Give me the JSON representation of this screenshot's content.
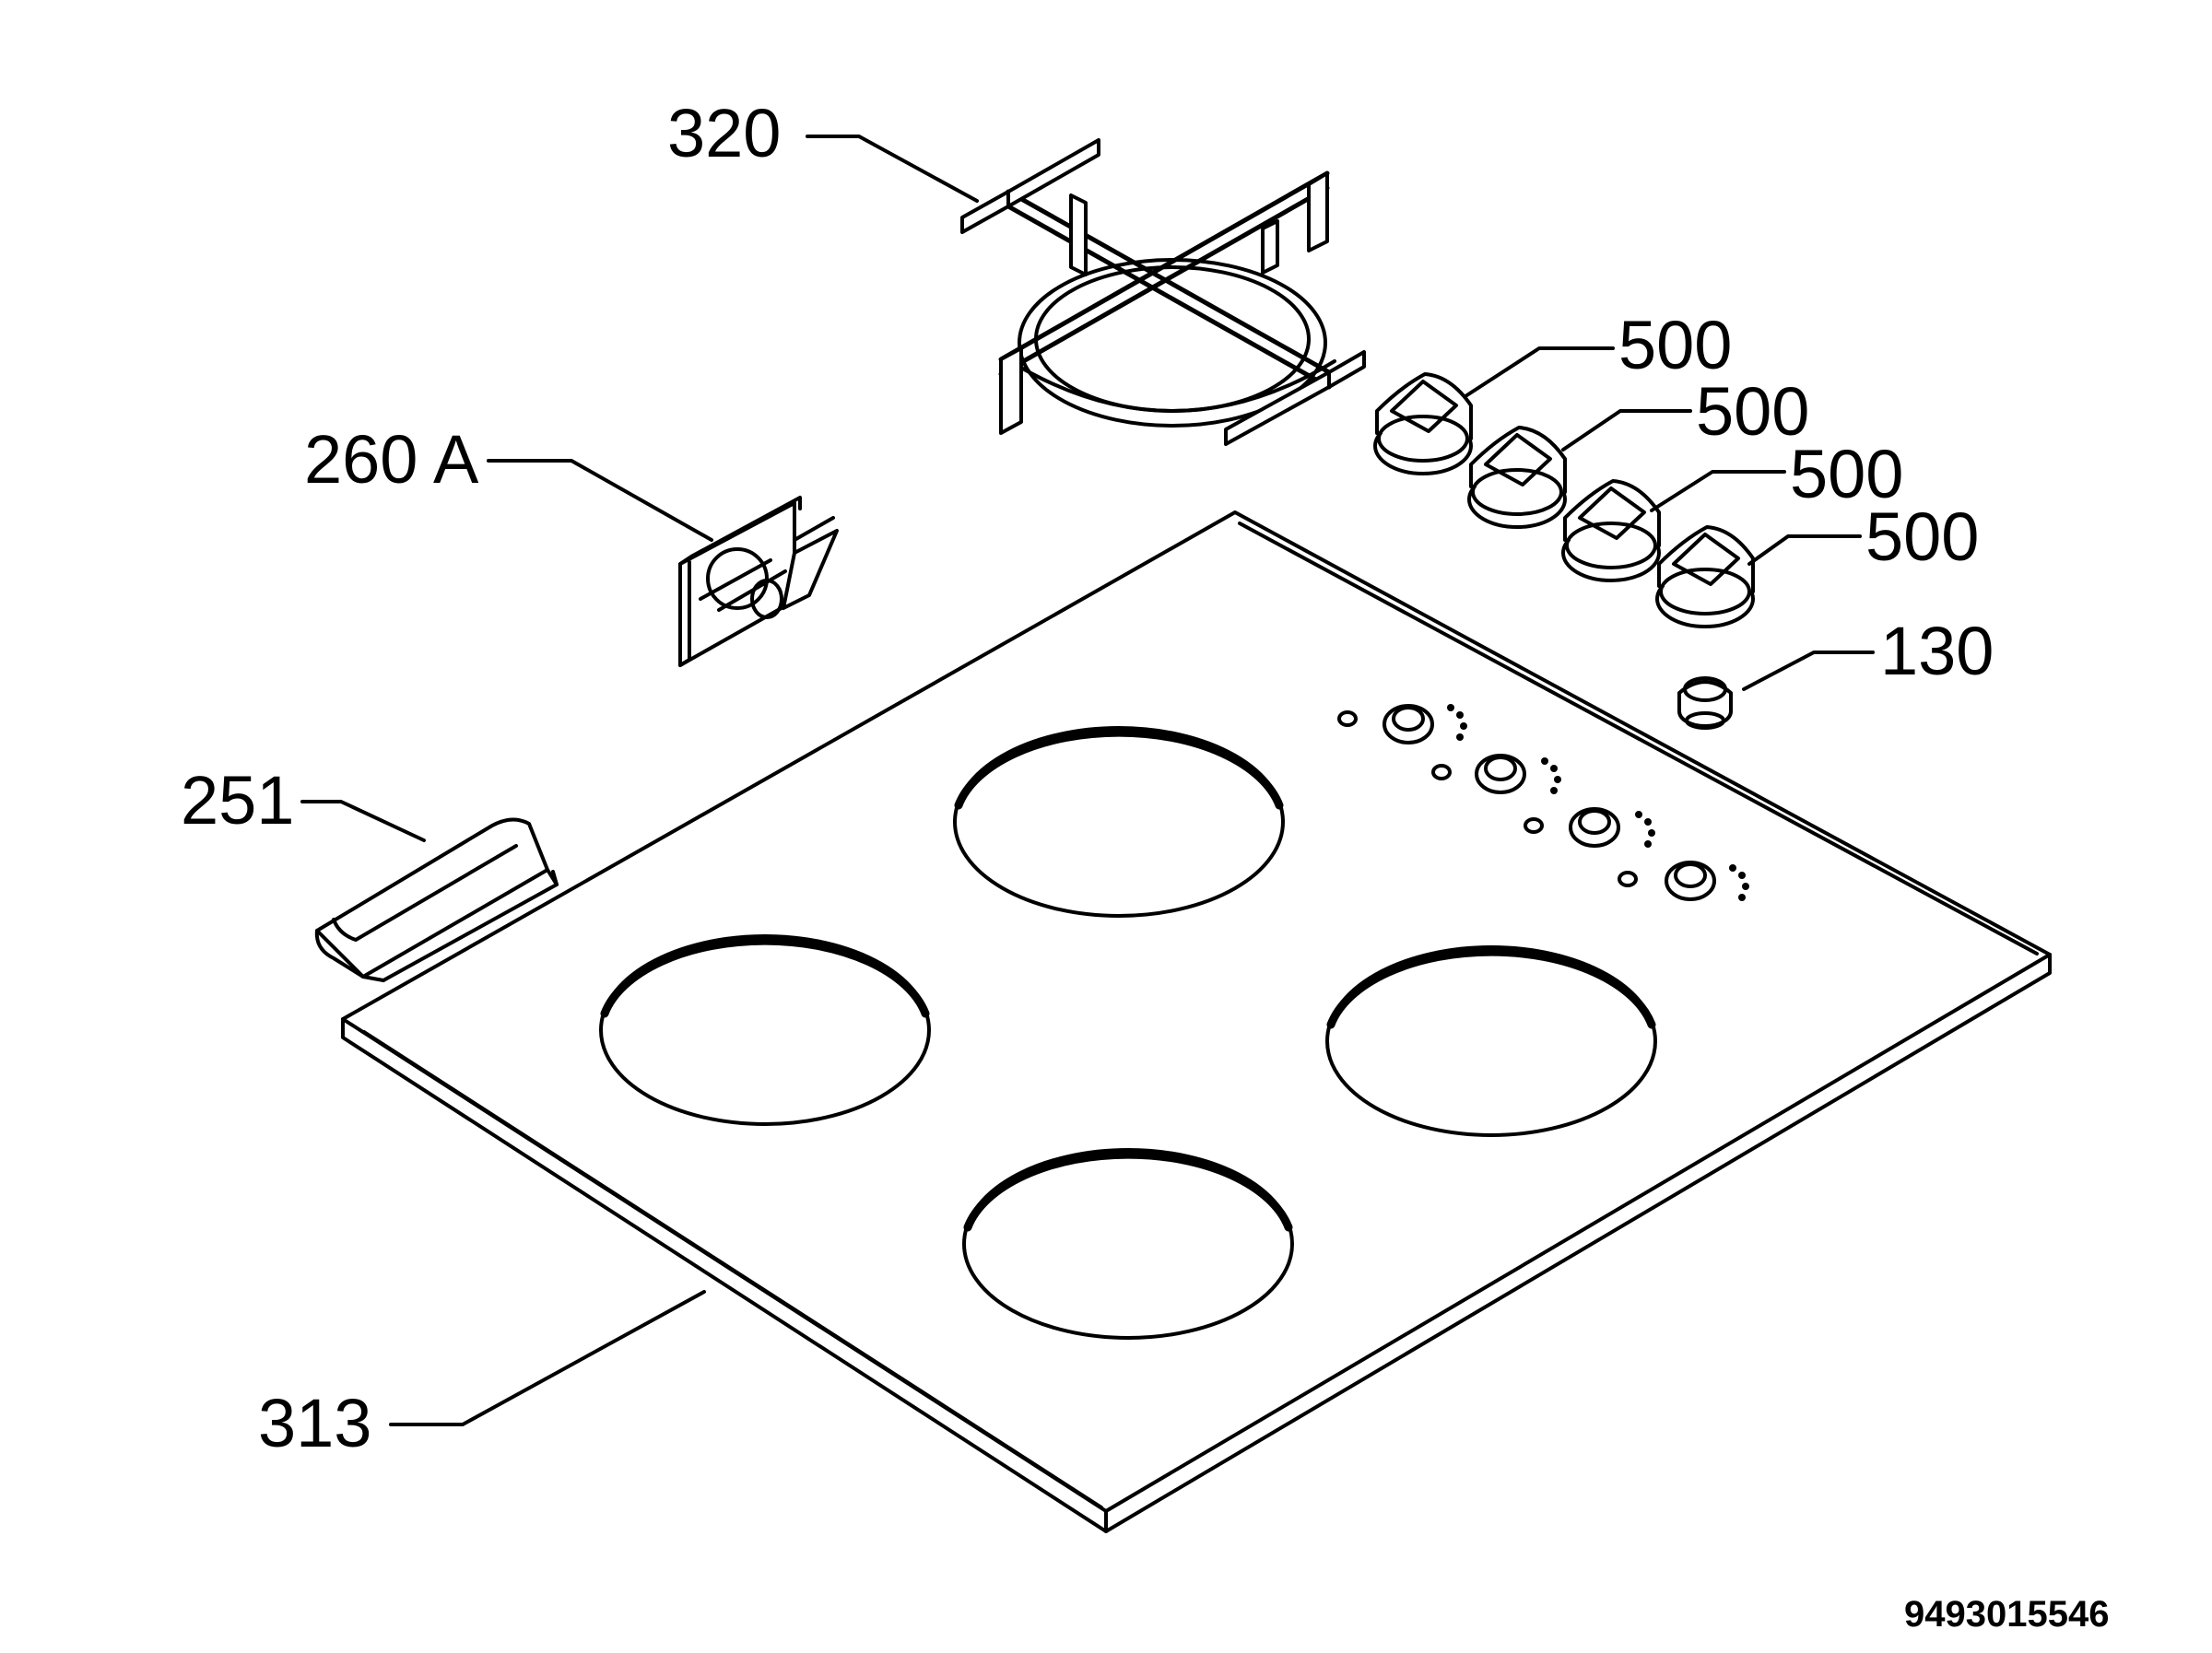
{
  "callouts": {
    "grate": "320",
    "bracket": "260 A",
    "knob_1": "500",
    "knob_2": "500",
    "knob_3": "500",
    "knob_4": "500",
    "button": "130",
    "clip": "251",
    "hob_top": "313"
  },
  "document_number": "9493015546",
  "colors": {
    "line": "#000000",
    "background": "#ffffff"
  }
}
